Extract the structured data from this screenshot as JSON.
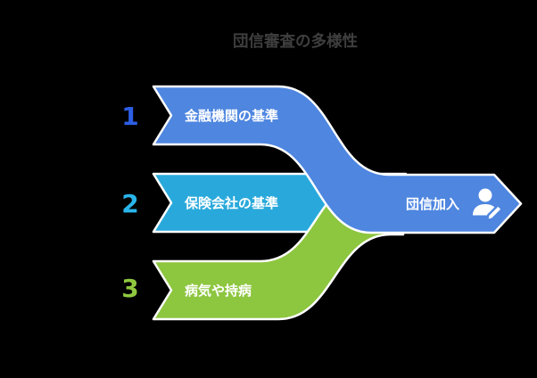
{
  "title": "団信審査の多様性",
  "title_color": "#3E3E3E",
  "background_color": "#000000",
  "stroke_color": "#FFFFFF",
  "rows": [
    {
      "number": "1",
      "label": "金融機関の基準",
      "band_color": "#4E86E0",
      "number_color": "#2D5FE5"
    },
    {
      "number": "2",
      "label": "保険会社の基準",
      "band_color": "#29A9DB",
      "number_color": "#29B5EC"
    },
    {
      "number": "3",
      "label": "病気や持病",
      "band_color": "#8DC63F",
      "number_color": "#8FC83F"
    }
  ],
  "result": {
    "label": "団信加入",
    "band_color": "#4E86E0",
    "text_color": "#FFFFFF",
    "icon": "person-edit-icon"
  }
}
